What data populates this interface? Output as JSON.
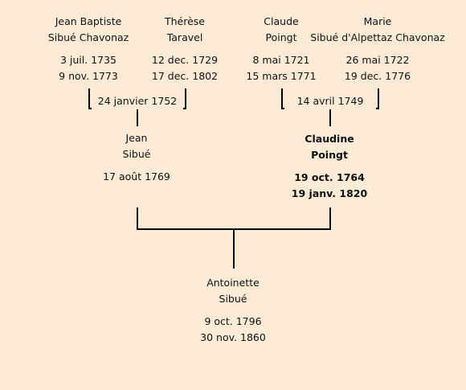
{
  "people": {
    "jean_baptiste": {
      "name_line1": "Jean Baptiste",
      "name_line2": "Sibué Chavonaz",
      "birth": "3 juil. 1735",
      "death": "9 nov. 1773"
    },
    "therese": {
      "name_line1": "Thérèse",
      "name_line2": "Taravel",
      "birth": "12 dec. 1729",
      "death": "17 dec. 1802"
    },
    "claude": {
      "name_line1": "Claude",
      "name_line2": "Poingt",
      "birth": "8 mai 1721",
      "death": "15 mars 1771"
    },
    "marie": {
      "name_line1": "Marie",
      "name_line2": "Sibué d'Alpettaz Chavonaz",
      "birth": "26 mai 1722",
      "death": "19 dec. 1776"
    },
    "jean": {
      "name_line1": "Jean",
      "name_line2": "Sibué",
      "birth": "17 août 1769"
    },
    "claudine": {
      "name_line1": "Claudine",
      "name_line2": "Poingt",
      "birth": "19 oct. 1764",
      "death": "19 janv. 1820"
    },
    "antoinette": {
      "name_line1": "Antoinette",
      "name_line2": "Sibué",
      "birth": "9 oct. 1796",
      "death": "30 nov. 1860"
    }
  },
  "marriages": {
    "left": "24 janvier 1752",
    "right": "14 avril 1749"
  }
}
